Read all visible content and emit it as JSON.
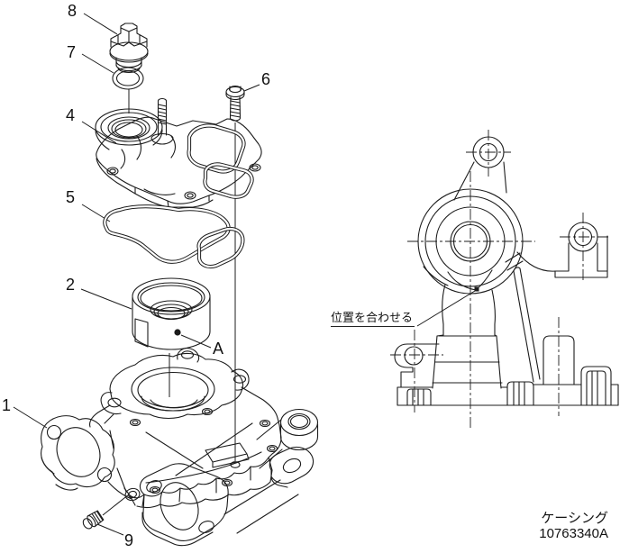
{
  "diagram": {
    "type": "exploded-parts-diagram",
    "background": "#ffffff",
    "line_color": "#1c1c1c",
    "callouts": [
      {
        "label": "1"
      },
      {
        "label": "2"
      },
      {
        "label": "4"
      },
      {
        "label": "5"
      },
      {
        "label": "6"
      },
      {
        "label": "7"
      },
      {
        "label": "8"
      },
      {
        "label": "9"
      },
      {
        "label": "A"
      }
    ],
    "notes": {
      "align_note": "位置を合わせる",
      "caption_line1": "ケーシング",
      "caption_line2": "10763340A"
    }
  }
}
